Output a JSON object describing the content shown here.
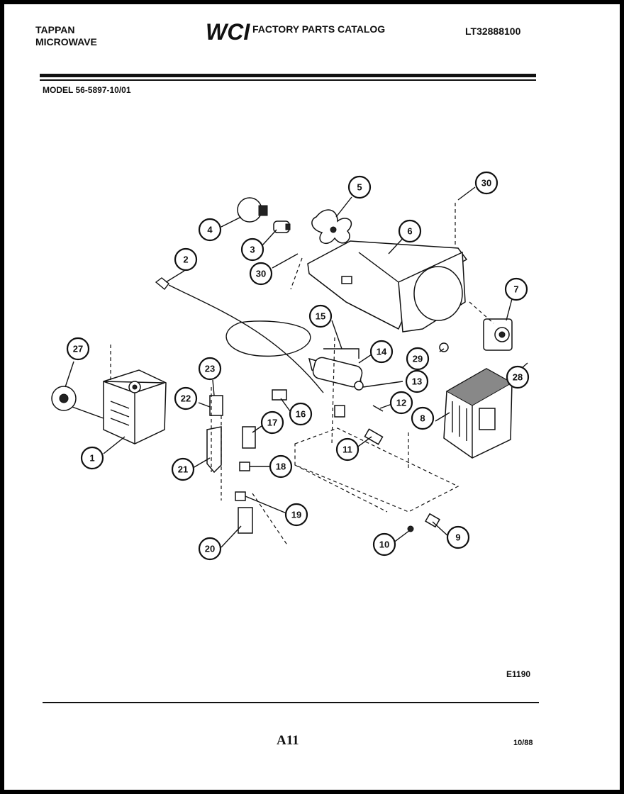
{
  "header": {
    "brand_line1": "TAPPAN",
    "brand_line2": "MICROWAVE",
    "logo_text": "WCI",
    "catalog_title": "FACTORY PARTS CATALOG",
    "catalog_code": "LT32888100",
    "model_label": "MODEL 56-5897-10/01"
  },
  "callouts": [
    "1",
    "2",
    "3",
    "4",
    "5",
    "6",
    "7",
    "8",
    "9",
    "10",
    "11",
    "12",
    "13",
    "14",
    "15",
    "16",
    "17",
    "18",
    "19",
    "20",
    "21",
    "22",
    "23",
    "27",
    "28",
    "29",
    "30",
    "30"
  ],
  "footer": {
    "drawing_code": "E1190",
    "page_number": "A11",
    "date": "10/88"
  }
}
